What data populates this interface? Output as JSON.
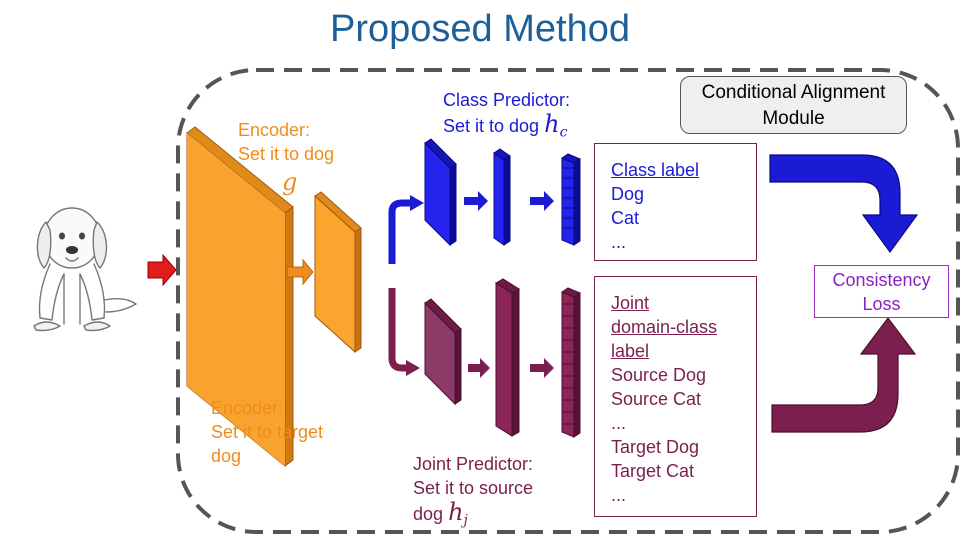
{
  "title": "Proposed Method",
  "module": {
    "line1": "Conditional Alignment",
    "line2": "Module"
  },
  "encoder_top": {
    "line1": "Encoder:",
    "line2": "Set it to dog",
    "symbol": "g"
  },
  "encoder_bottom": {
    "line1": "Encoder:",
    "line2": "Set it to target",
    "line3": "dog"
  },
  "class_predictor": {
    "line1": "Class Predictor:",
    "line2": "Set it to dog",
    "symbol": "h",
    "subscript": "c"
  },
  "joint_predictor": {
    "line1": "Joint Predictor:",
    "line2": "Set it to source",
    "line3": "dog",
    "symbol": "h",
    "subscript": "j"
  },
  "class_box": {
    "header": "Class label",
    "items": [
      "Dog",
      "Cat",
      "..."
    ]
  },
  "joint_box": {
    "header": [
      "Joint",
      "domain-class",
      "label"
    ],
    "items": [
      "Source Dog",
      "Source Cat",
      "...",
      "Target Dog",
      "Target Cat",
      "..."
    ]
  },
  "consistency": {
    "line1": "Consistency",
    "line2": "Loss"
  },
  "colors": {
    "title": "#1f5f97",
    "encoder": "#fba52f",
    "encoder_dark": "#c77410",
    "class": "#1b1bd6",
    "joint": "#7a1f4e",
    "loss": "#8b21c7",
    "input_arrow": "#e11c1c"
  },
  "icons": {
    "input": "puppy-sketch-icon"
  }
}
